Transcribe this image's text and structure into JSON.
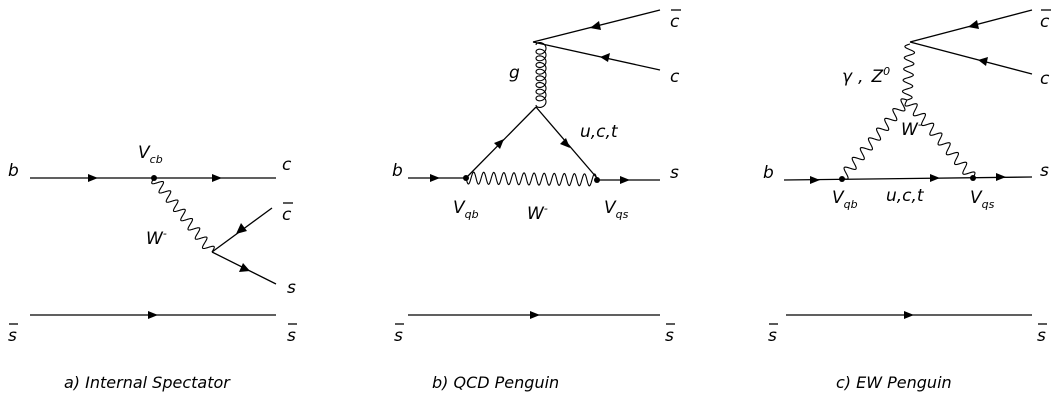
{
  "diagrams": [
    {
      "caption": "a) Internal Spectator",
      "labels": {
        "b": "b",
        "c": "c",
        "cbar": "c",
        "s": "s",
        "sbar_left": "s",
        "sbar_right": "s",
        "V": "V",
        "V_sub": "cb",
        "W": "W",
        "W_sup": "-"
      }
    },
    {
      "caption": "b) QCD Penguin",
      "labels": {
        "cbar": "c",
        "c": "c",
        "g": "g",
        "uct": "u,c,t",
        "b": "b",
        "s": "s",
        "Vqb": "V",
        "Vqb_sub": "qb",
        "Vqs": "V",
        "Vqs_sub": "qs",
        "W": "W",
        "W_sup": "-",
        "sbar_left": "s",
        "sbar_right": "s"
      }
    },
    {
      "caption": "c) EW Penguin",
      "labels": {
        "cbar": "c",
        "c": "c",
        "gamma": "γ",
        "comma": ",",
        "Z": "Z",
        "Z_sup": "0",
        "W": "W",
        "W_sup": "-",
        "b": "b",
        "s": "s",
        "Vqb": "V",
        "Vqb_sub": "qb",
        "uct": "u,c,t",
        "Vqs": "V",
        "Vqs_sub": "qs",
        "sbar_left": "s",
        "sbar_right": "s"
      }
    }
  ]
}
